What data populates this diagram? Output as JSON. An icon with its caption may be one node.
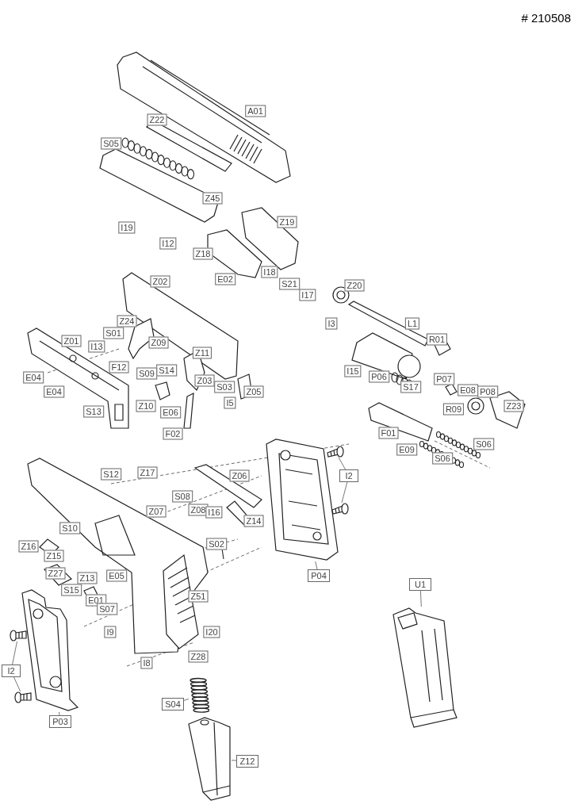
{
  "diagram": {
    "title": "# 210508",
    "nodes": [
      {
        "text": [
          "U1"
        ]
      },
      {
        "text": [],
        "shape": "picture"
      },
      {
        "text": [
          "P04"
        ]
      },
      {
        "text": [],
        "shape": "picture"
      },
      {
        "text": [
          "I2"
        ]
      },
      {
        "text": [],
        "shape": "picture"
      },
      {
        "text": [],
        "shape": "picture"
      },
      {
        "text": [
          "I2"
        ]
      },
      {
        "text": [],
        "shape": "picture"
      },
      {
        "text": [],
        "shape": "picture"
      },
      {
        "text": [
          "P03"
        ]
      },
      {
        "text": [],
        "shape": "picture"
      },
      {
        "text": [
          "Z12"
        ]
      },
      {
        "text": [],
        "shape": "picture"
      },
      {
        "text": [
          "S04"
        ]
      },
      {
        "text": [],
        "shape": "picture"
      },
      {
        "text": [
          "A01"
        ]
      },
      {
        "text": [
          "Z22"
        ]
      },
      {
        "text": [
          "S05"
        ]
      },
      {
        "text": [
          "Z45"
        ]
      },
      {
        "text": [
          "Z19"
        ]
      },
      {
        "text": [
          "I19"
        ]
      },
      {
        "text": [
          "I12"
        ]
      },
      {
        "text": [
          "Z18"
        ]
      },
      {
        "text": [
          "I18"
        ]
      },
      {
        "text": [
          "E02"
        ]
      },
      {
        "text": [
          "Z02"
        ]
      },
      {
        "text": [
          "S21"
        ]
      },
      {
        "text": [
          "Z20"
        ]
      },
      {
        "text": [
          "I17"
        ]
      },
      {
        "text": [
          "Z24"
        ]
      },
      {
        "text": [
          "I3"
        ]
      },
      {
        "text": [
          "L1"
        ]
      },
      {
        "text": [
          "S01"
        ]
      },
      {
        "text": [
          "Z01"
        ]
      },
      {
        "text": [
          "Z09"
        ]
      },
      {
        "text": [
          "R01"
        ]
      },
      {
        "text": [
          "I13"
        ]
      },
      {
        "text": [
          "Z11"
        ]
      },
      {
        "text": [
          "F12"
        ]
      },
      {
        "text": [
          "S14"
        ]
      },
      {
        "text": [
          "I15"
        ]
      },
      {
        "text": [
          "S09"
        ]
      },
      {
        "text": [
          "P06"
        ]
      },
      {
        "text": [
          "P07"
        ]
      },
      {
        "text": [
          "E04"
        ]
      },
      {
        "text": [
          "Z03"
        ]
      },
      {
        "text": [
          "S03"
        ]
      },
      {
        "text": [
          "S17"
        ]
      },
      {
        "text": [
          "E08"
        ]
      },
      {
        "text": [
          "P08"
        ]
      },
      {
        "text": [
          "E04"
        ]
      },
      {
        "text": [
          "Z05"
        ]
      },
      {
        "text": [
          "I5"
        ]
      },
      {
        "text": [
          "Z23"
        ]
      },
      {
        "text": [
          "Z10"
        ]
      },
      {
        "text": [
          "R09"
        ]
      },
      {
        "text": [
          "E06"
        ]
      },
      {
        "text": [
          "S13"
        ]
      },
      {
        "text": [
          "F01"
        ]
      },
      {
        "text": [
          "F02"
        ]
      },
      {
        "text": [
          "S06"
        ]
      },
      {
        "text": [
          "E09"
        ]
      },
      {
        "text": [
          "S06"
        ]
      },
      {
        "text": [
          "Z17"
        ]
      },
      {
        "text": [
          "S12"
        ]
      },
      {
        "text": [
          "Z06"
        ]
      },
      {
        "text": [
          "S08"
        ]
      },
      {
        "text": [
          "Z08"
        ]
      },
      {
        "text": [
          "Z07"
        ]
      },
      {
        "text": [
          "I16"
        ]
      },
      {
        "text": [
          "Z14"
        ]
      },
      {
        "text": [
          "S10"
        ]
      },
      {
        "text": [
          "S02"
        ]
      },
      {
        "text": [
          "Z16"
        ]
      },
      {
        "text": [
          "Z15"
        ]
      },
      {
        "text": [
          "Z27"
        ]
      },
      {
        "text": [
          "E05"
        ]
      },
      {
        "text": [
          "Z13"
        ]
      },
      {
        "text": [
          "S15"
        ]
      },
      {
        "text": [
          "E01"
        ]
      },
      {
        "text": [
          "Z51"
        ]
      },
      {
        "text": [
          "S07"
        ]
      },
      {
        "text": [
          "I9"
        ]
      },
      {
        "text": [
          "I20"
        ]
      },
      {
        "text": [
          "I8"
        ]
      },
      {
        "text": [
          "Z28"
        ]
      }
    ],
    "edges": [
      {
        "from": 0,
        "to": 1,
        "arrow": "none"
      },
      {
        "from": 2,
        "to": 3,
        "arrow": "none"
      },
      {
        "from": 4,
        "to": 5,
        "arrow": "none"
      },
      {
        "from": 4,
        "to": 6,
        "arrow": "none"
      },
      {
        "from": 7,
        "to": 8,
        "arrow": "none"
      },
      {
        "from": 7,
        "to": 9,
        "arrow": "none"
      },
      {
        "from": 10,
        "to": 11,
        "arrow": "none"
      },
      {
        "from": 12,
        "to": 13,
        "arrow": "none"
      },
      {
        "from": 14,
        "to": 15,
        "arrow": "none"
      }
    ]
  }
}
